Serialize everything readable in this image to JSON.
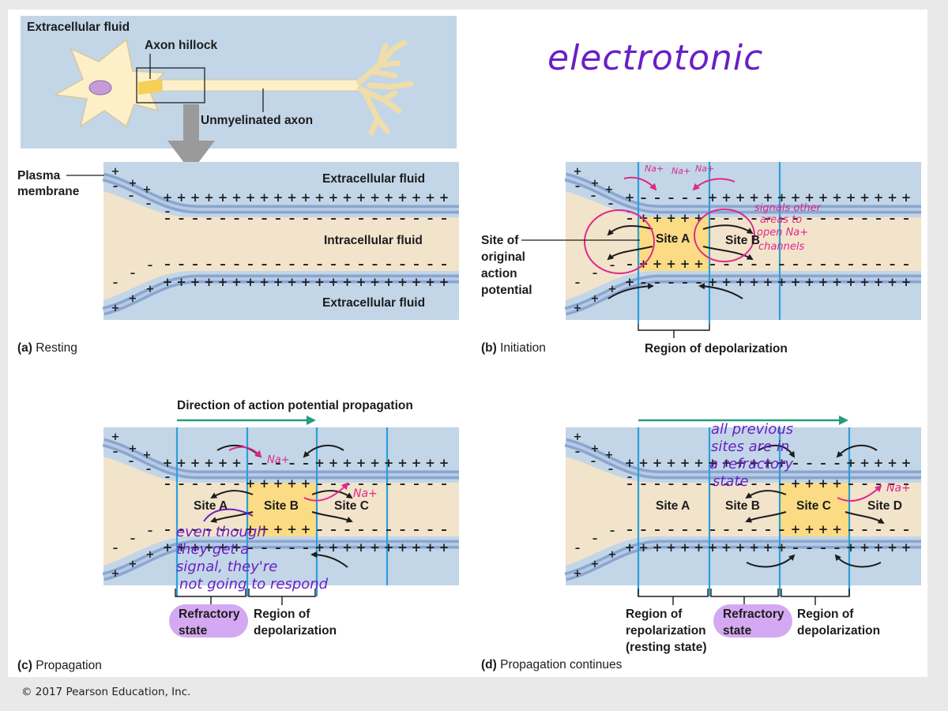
{
  "copyright": "© 2017 Pearson Education, Inc.",
  "handwriting": {
    "electrotonic": "electrotonic",
    "na_plus": "Na+",
    "signals_other": [
      "signals other",
      "areas to",
      "open Na+",
      "channels"
    ],
    "even_though": [
      "even though",
      "they get a",
      "signal, they're",
      "not going to respond"
    ],
    "all_previous": [
      "all previous",
      "sites are in",
      "a refractory",
      "state"
    ]
  },
  "panel_a": {
    "letter": "(a)",
    "caption": "Resting",
    "extracellular_fluid": "Extracellular fluid",
    "axon_hillock": "Axon hillock",
    "unmyelinated_axon": "Unmyelinated axon",
    "plasma_membrane": [
      "Plasma",
      "membrane"
    ],
    "ecf_top": "Extracellular fluid",
    "icf": "Intracellular fluid",
    "ecf_bottom": "Extracellular fluid"
  },
  "panel_b": {
    "letter": "(b)",
    "caption": "Initiation",
    "site_of_original": [
      "Site of",
      "original",
      "action",
      "potential"
    ],
    "site_a": "Site A",
    "site_b": "Site B",
    "region_of_depolarization": "Region of depolarization"
  },
  "panel_c": {
    "letter": "(c)",
    "caption": "Propagation",
    "direction": "Direction of action potential propagation",
    "site_a": "Site A",
    "site_b": "Site B",
    "site_c": "Site C",
    "refractory_state": [
      "Refractory",
      "state"
    ],
    "region_of_depolarization": [
      "Region of",
      "depolarization"
    ]
  },
  "panel_d": {
    "letter": "(d)",
    "caption": "Propagation continues",
    "site_a": "Site A",
    "site_b": "Site B",
    "site_c": "Site C",
    "site_d": "Site D",
    "region_of_repolarization": [
      "Region of",
      "repolarization",
      "(resting state)"
    ],
    "refractory_state": [
      "Refractory",
      "state"
    ],
    "region_of_depolarization": [
      "Region of",
      "depolarization"
    ]
  },
  "colors": {
    "background": "#e9e9e9",
    "panel_white": "#ffffff",
    "fluid_blue": "#c2d6e8",
    "cytoplasm": "#f2e3cb",
    "membrane": "#8aa6cf",
    "depolarized": "#fbdc84",
    "marker_lines": "#2d9fd8",
    "propagation_arrow": "#2a9a80",
    "pink_ink": "#e0288c",
    "purple_ink": "#6a1fc4",
    "pill": "#d4a8f2"
  }
}
